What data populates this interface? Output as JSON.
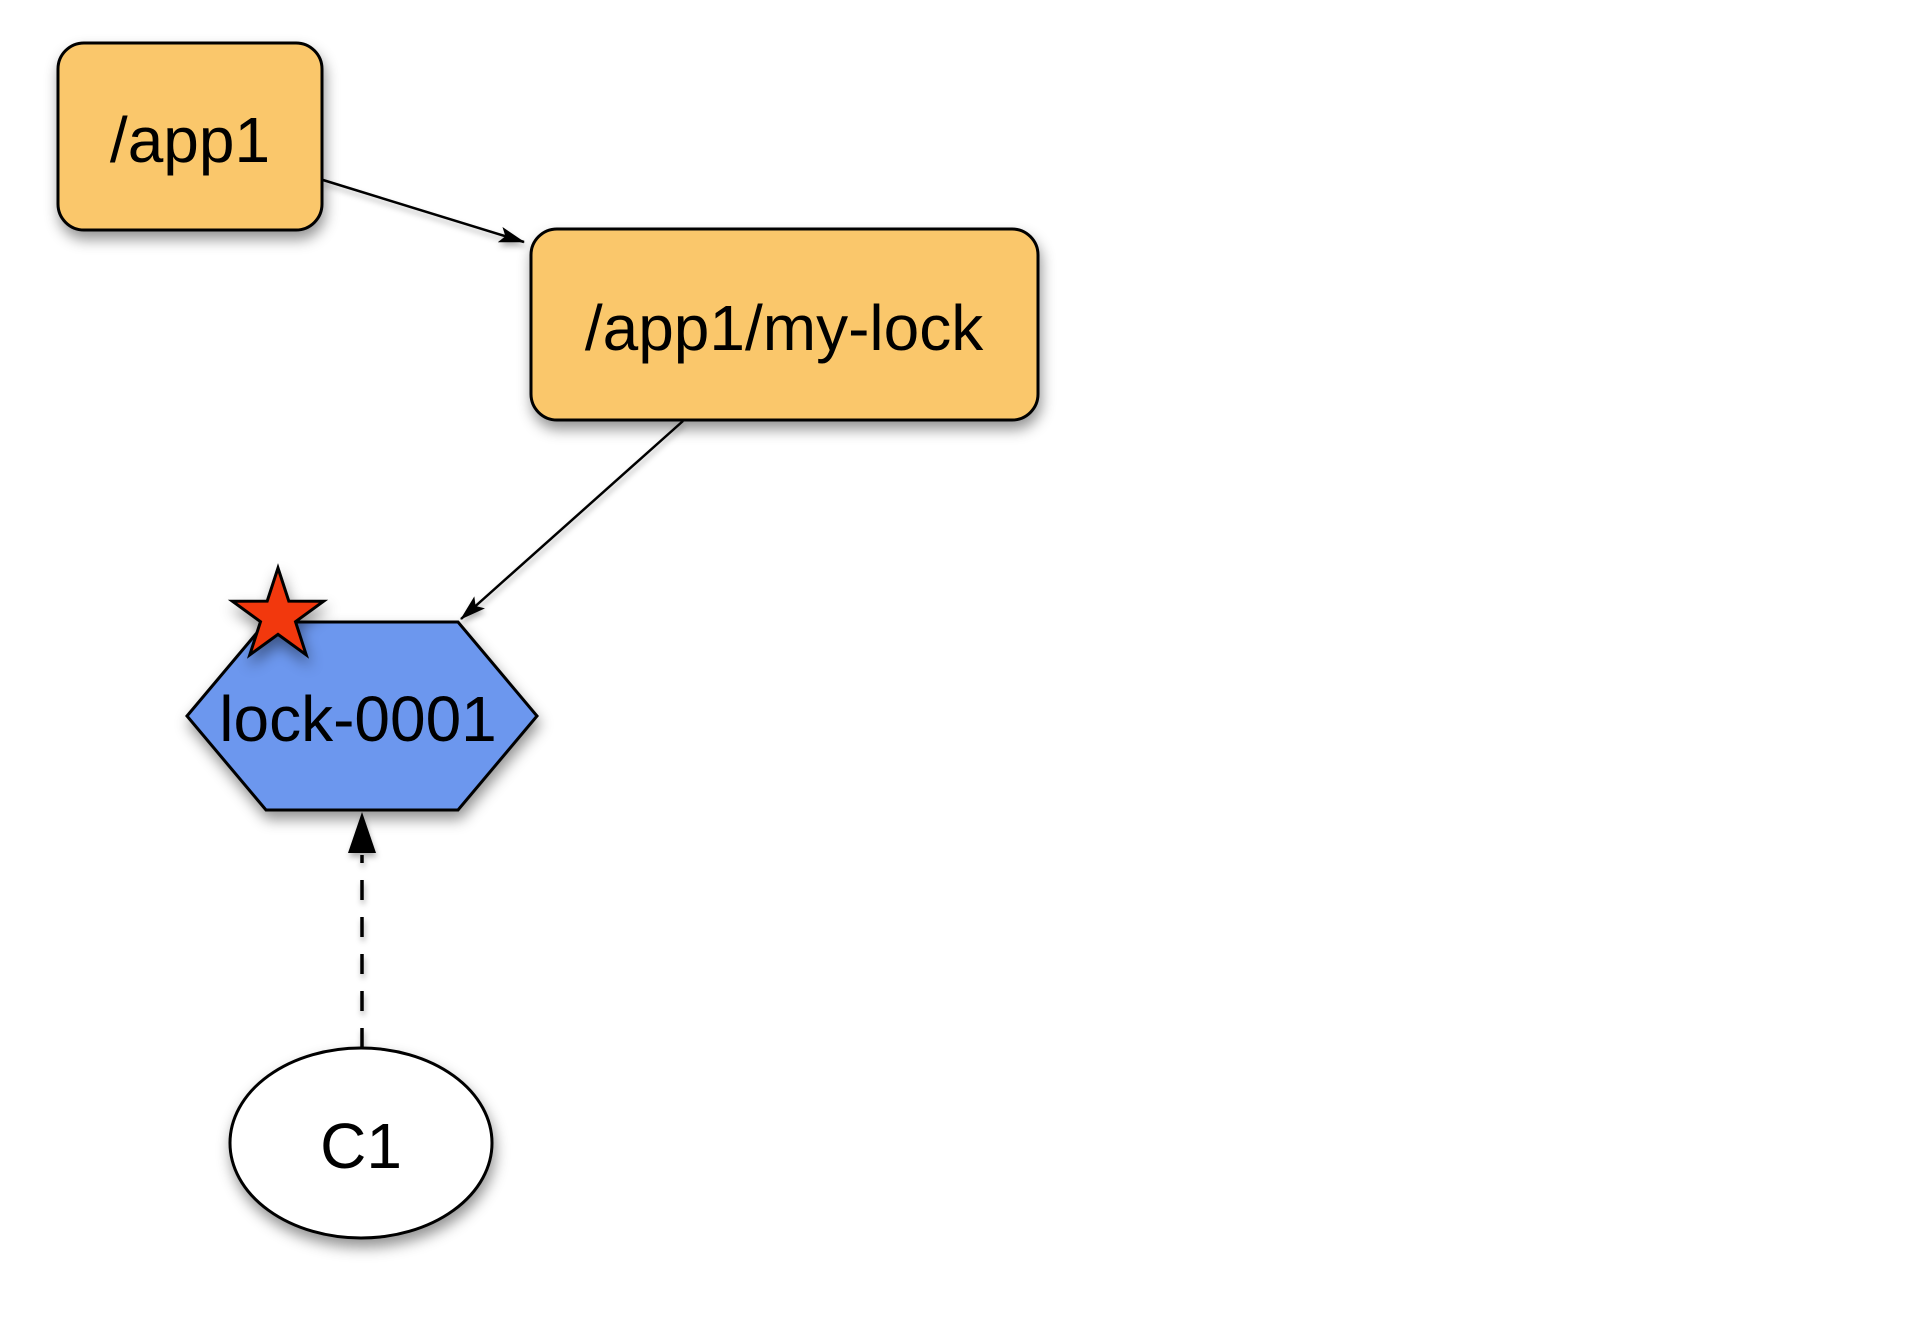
{
  "diagram": {
    "background": "#FFFFFF",
    "nodes": {
      "app1": {
        "label": "/app1"
      },
      "my_lock": {
        "label": "/app1/my-lock"
      },
      "lock_0001": {
        "label": "lock-0001",
        "badge": "star"
      },
      "c1": {
        "label": "C1"
      }
    },
    "edges": [
      {
        "from": "/app1",
        "to": "/app1/my-lock",
        "style": "solid-arrow"
      },
      {
        "from": "/app1/my-lock",
        "to": "lock-0001",
        "style": "solid-arrow"
      },
      {
        "from": "C1",
        "to": "lock-0001",
        "style": "dashed-arrow"
      }
    ],
    "colors": {
      "znode_fill": "#FAC76B",
      "lock_fill": "#6C97EE",
      "star_fill": "#F2380D",
      "client_fill": "#FFFFFF",
      "stroke": "#000000"
    }
  }
}
